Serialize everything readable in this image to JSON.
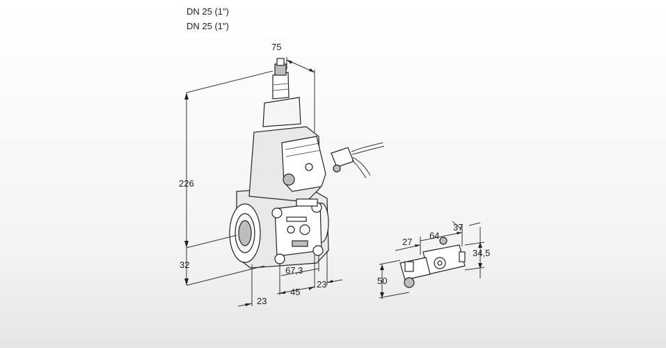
{
  "header": {
    "line1": "DN 25 (1\")",
    "line2": "DN 25 (1\")"
  },
  "dimensions": {
    "d75": "75",
    "d226": "226",
    "d32": "32",
    "d23_bottom": "23",
    "d45": "45",
    "d67_3": "67,3",
    "d23_right": "23",
    "d27": "27",
    "d64": "64",
    "d37": "37",
    "d34_5": "34,5",
    "d50": "50"
  }
}
